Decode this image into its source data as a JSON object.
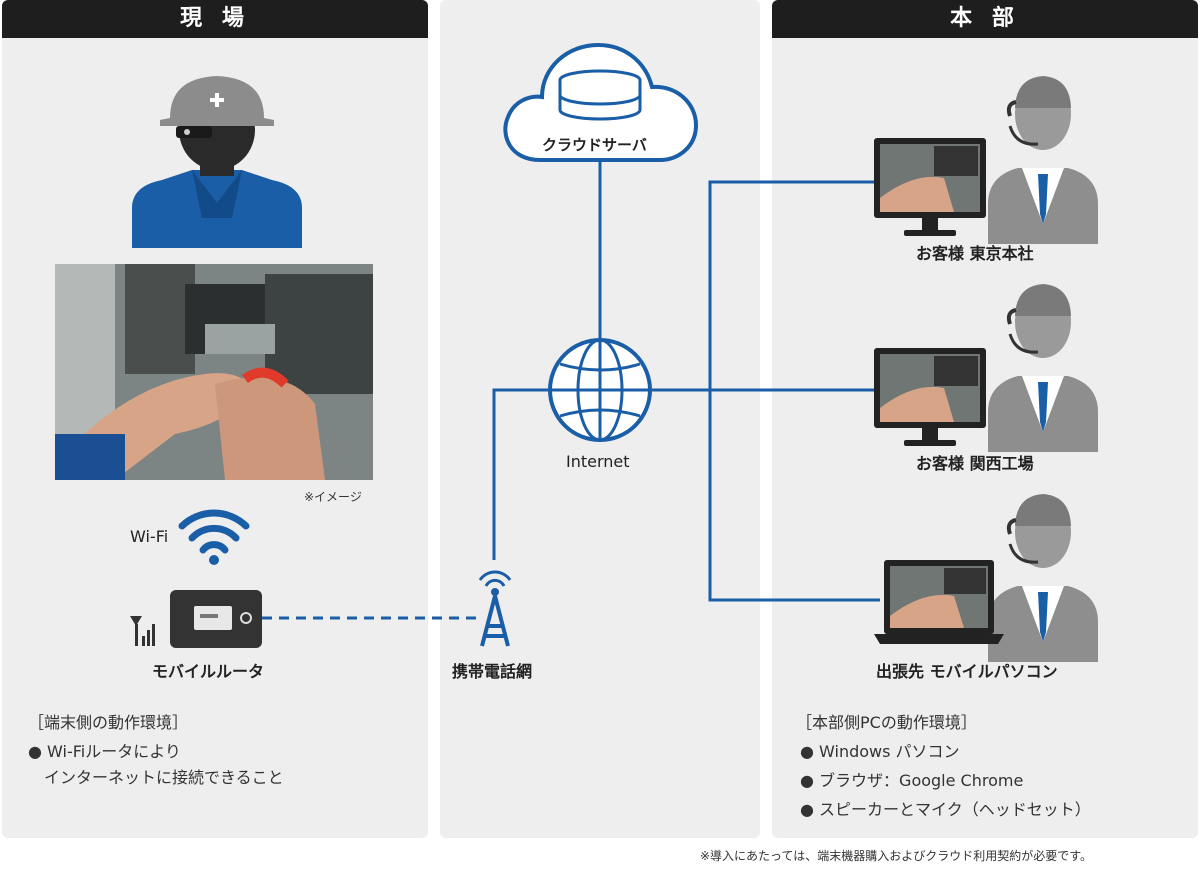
{
  "left_panel": {
    "title": "現 場"
  },
  "right_panel": {
    "title": "本 部"
  },
  "cloud": {
    "label": "クラウドサーバ"
  },
  "internet": {
    "label": "Internet"
  },
  "photo": {
    "caption": "※イメージ"
  },
  "wifi": {
    "label": "Wi-Fi"
  },
  "router": {
    "label": "モバイルルータ"
  },
  "tower": {
    "label": "携帯電話網"
  },
  "sites": [
    {
      "label": "お客様 東京本社"
    },
    {
      "label": "お客様 関西工場"
    },
    {
      "label": "出張先 モバイルパソコン"
    }
  ],
  "terminal_env": {
    "title": "［端末側の動作環境］",
    "items": [
      "● Wi-Fiルータにより",
      "　インターネットに接続できること"
    ]
  },
  "hq_env": {
    "title": "［本部側PCの動作環境］",
    "items": [
      "● Windows パソコン",
      "● ブラウザ：Google Chrome",
      "● スピーカーとマイク（ヘッドセット）"
    ]
  },
  "footnote": "※導入にあたっては、端末機器購入およびクラウド利用契約が必要です。",
  "colors": {
    "accent_blue": "#1a5ea8",
    "header_dark": "#1e1e1e",
    "panel_gray": "#eeeeee"
  }
}
